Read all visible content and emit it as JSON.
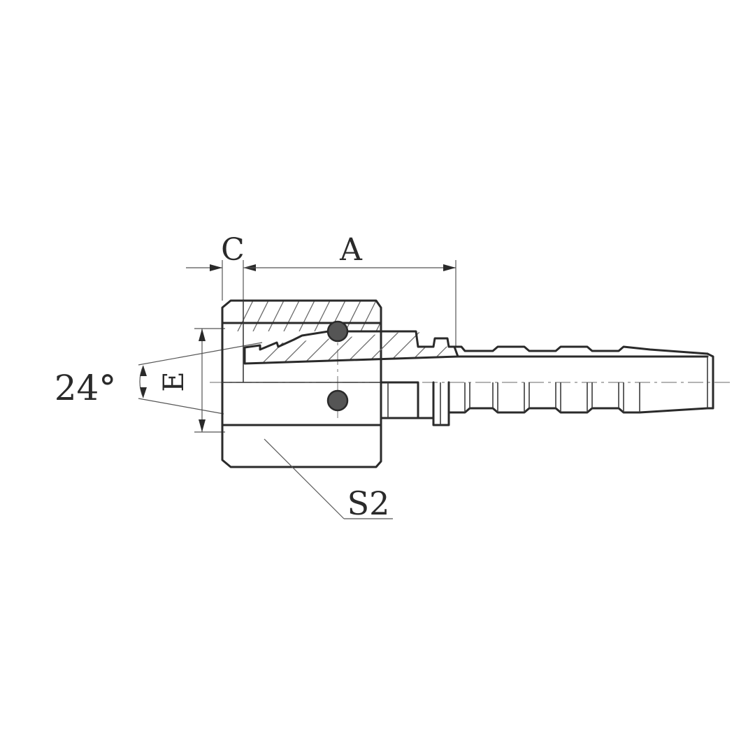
{
  "diagram": {
    "labels": {
      "c": "C",
      "a": "A",
      "e": "E",
      "angle": "24°",
      "s2": "S2"
    },
    "colors": {
      "line": "#2a2a2a",
      "hatch": "#6a6a6a",
      "ball": "#555555",
      "background": "#ffffff"
    }
  }
}
